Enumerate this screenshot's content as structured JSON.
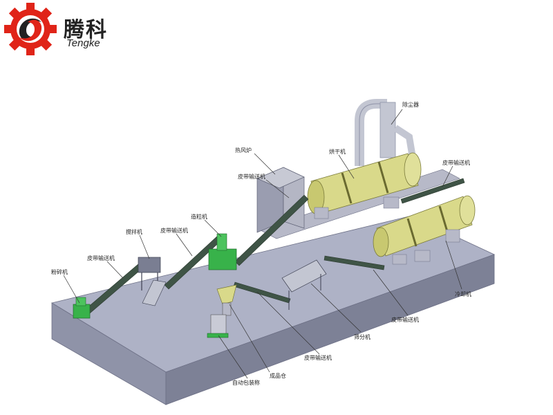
{
  "brand": {
    "name_cn": "腾科",
    "name_en": "Tengke",
    "colors": {
      "gear": "#e02418",
      "swirl": "#222222"
    }
  },
  "labels": {
    "crusher": "粉碎机",
    "belt_conveyor_1": "皮带输送机",
    "mixer": "搅拌机",
    "belt_conveyor_2": "皮带输送机",
    "granulator": "造粒机",
    "hot_air_stove": "热风炉",
    "belt_conveyor_3": "皮带输送机",
    "dryer": "烘干机",
    "dust_collector": "除尘器",
    "belt_conveyor_4": "皮带输送机",
    "cooler": "冷却机",
    "belt_conveyor_5": "皮带输送机",
    "screener": "筛分机",
    "belt_conveyor_6": "皮带输送机",
    "finished_bin": "成品仓",
    "auto_packer": "自动包装称"
  },
  "colors": {
    "platform_top": "#aeb2c6",
    "platform_front": "#8f93a8",
    "platform_side": "#7d8196",
    "cylinder": "#d9d98a",
    "machine_green": "#38b24a",
    "conveyor": "#2c3a30",
    "grey_block": "#b7b9c8"
  }
}
